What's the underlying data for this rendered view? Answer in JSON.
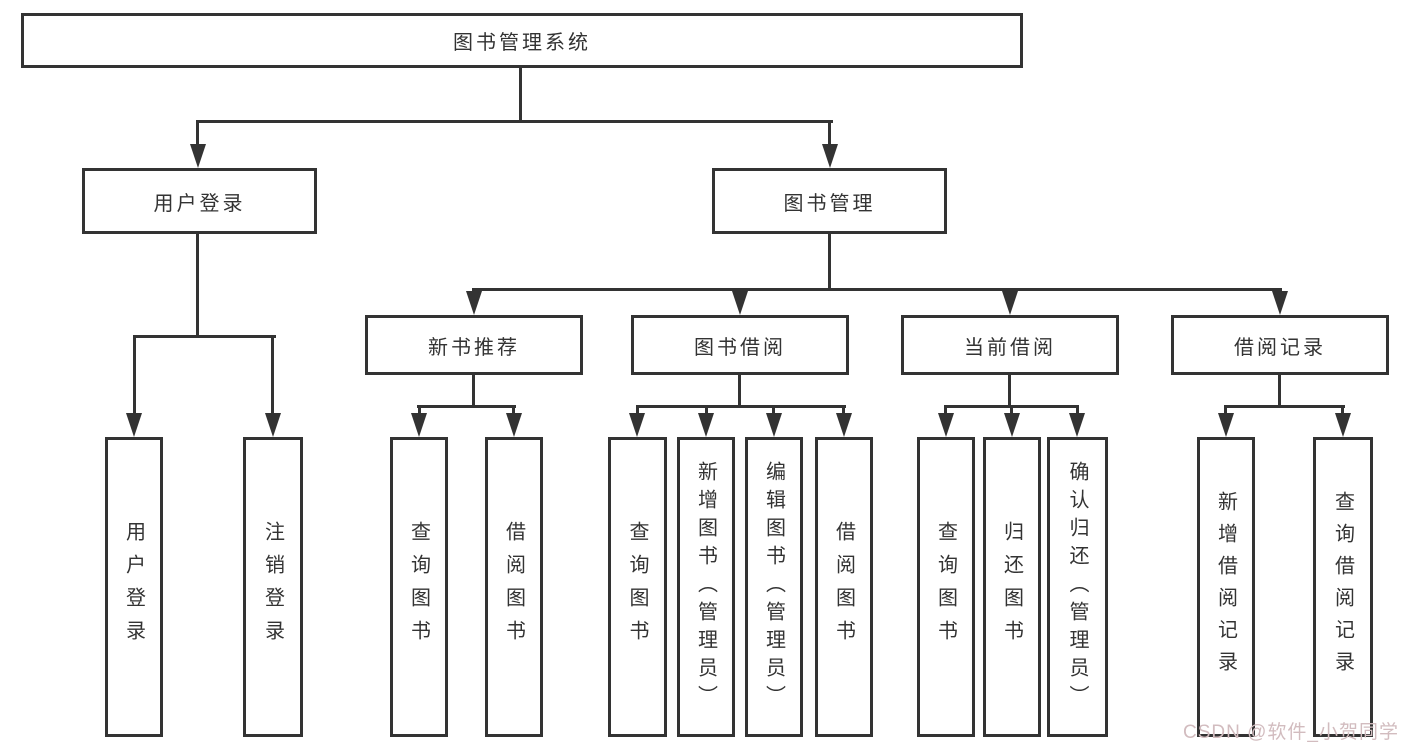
{
  "tree": {
    "root": {
      "label": "图书管理系统"
    },
    "branches": [
      {
        "label": "用户登录",
        "children": [
          {
            "label": "用户登录"
          },
          {
            "label": "注销登录"
          }
        ]
      },
      {
        "label": "图书管理",
        "children": [
          {
            "label": "新书推荐",
            "children": [
              {
                "label": "查询图书"
              },
              {
                "label": "借阅图书"
              }
            ]
          },
          {
            "label": "图书借阅",
            "children": [
              {
                "label": "查询图书"
              },
              {
                "label": "新增图书（管理员）"
              },
              {
                "label": "编辑图书（管理员）"
              },
              {
                "label": "借阅图书"
              }
            ]
          },
          {
            "label": "当前借阅",
            "children": [
              {
                "label": "查询图书"
              },
              {
                "label": "归还图书"
              },
              {
                "label": "确认归还（管理员）"
              }
            ]
          },
          {
            "label": "借阅记录",
            "children": [
              {
                "label": "新增借阅记录"
              },
              {
                "label": "查询借阅记录"
              }
            ]
          }
        ]
      }
    ]
  },
  "watermark": {
    "text": "CSDN @软件_小贺同学"
  },
  "colors": {
    "line": "#333333",
    "text": "#333333",
    "background": "#ffffff",
    "watermark": "#d2bcbf"
  }
}
